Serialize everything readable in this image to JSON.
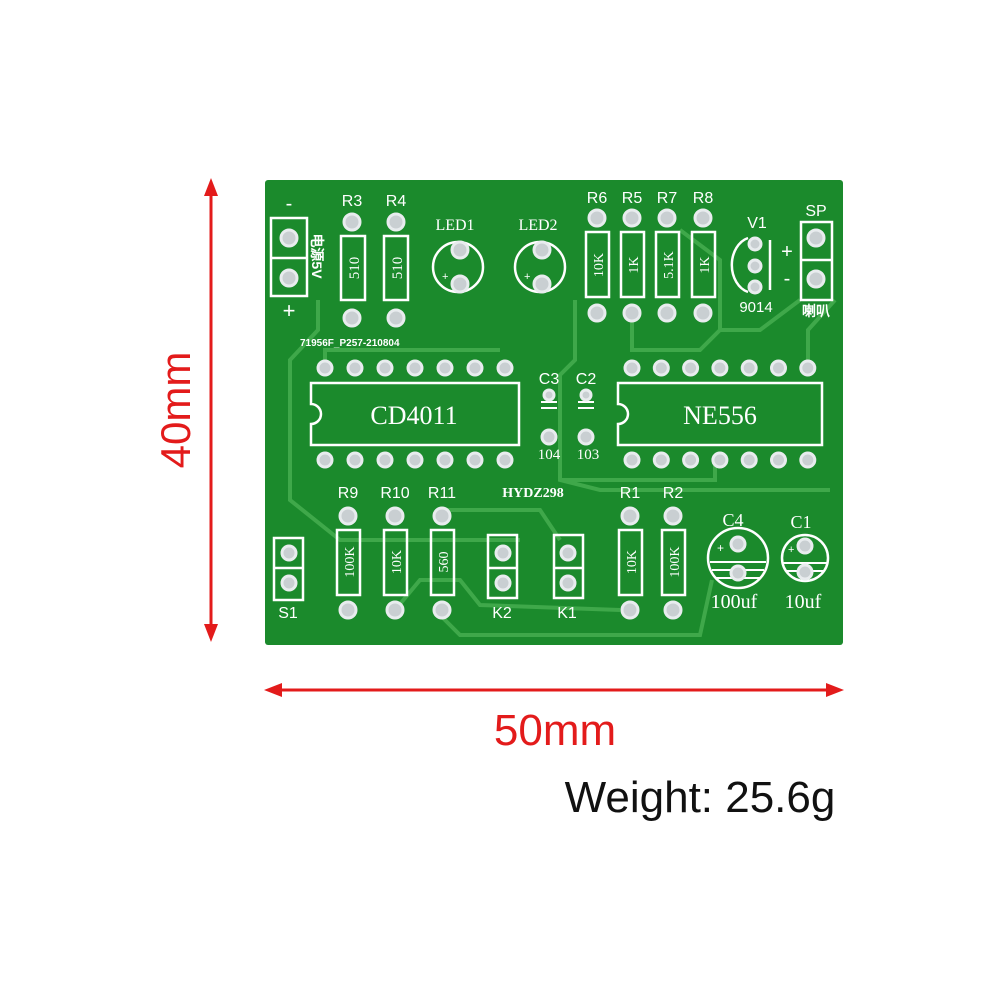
{
  "dimensions": {
    "height": "40mm",
    "width": "50mm",
    "arrow_color": "#e31b1b"
  },
  "weight": "Weight: 25.6g",
  "board": {
    "color": "#1b8a2c",
    "code": "71956F_P257-210804",
    "brand": "HYDZ298",
    "power": {
      "minus": "-",
      "plus": "+",
      "label": "电源5V"
    },
    "resistors_top": [
      {
        "ref": "R3",
        "value": "510"
      },
      {
        "ref": "R4",
        "value": "510"
      },
      {
        "ref": "R6",
        "value": "10K"
      },
      {
        "ref": "R5",
        "value": "1K"
      },
      {
        "ref": "R7",
        "value": "5.1K"
      },
      {
        "ref": "R8",
        "value": "1K"
      }
    ],
    "leds": [
      {
        "ref": "LED1"
      },
      {
        "ref": "LED2"
      }
    ],
    "transistor": {
      "ref": "V1",
      "part": "9014",
      "plus": "+",
      "minus": "-"
    },
    "speaker": {
      "ref": "SP",
      "label": "喇叭"
    },
    "ics": [
      {
        "name": "CD4011"
      },
      {
        "name": "NE556"
      }
    ],
    "caps_small": [
      {
        "ref": "C3",
        "value": "104"
      },
      {
        "ref": "C2",
        "value": "103"
      }
    ],
    "resistors_bottom": [
      {
        "ref": "R9",
        "value": "100K"
      },
      {
        "ref": "R10",
        "value": "10K"
      },
      {
        "ref": "R11",
        "value": "560"
      },
      {
        "ref": "R1",
        "value": "10K"
      },
      {
        "ref": "R2",
        "value": "100K"
      }
    ],
    "switches": [
      {
        "ref": "S1"
      },
      {
        "ref": "K2"
      },
      {
        "ref": "K1"
      }
    ],
    "electrolytics": [
      {
        "ref": "C4",
        "value": "100uf"
      },
      {
        "ref": "C1",
        "value": "10uf"
      }
    ]
  }
}
